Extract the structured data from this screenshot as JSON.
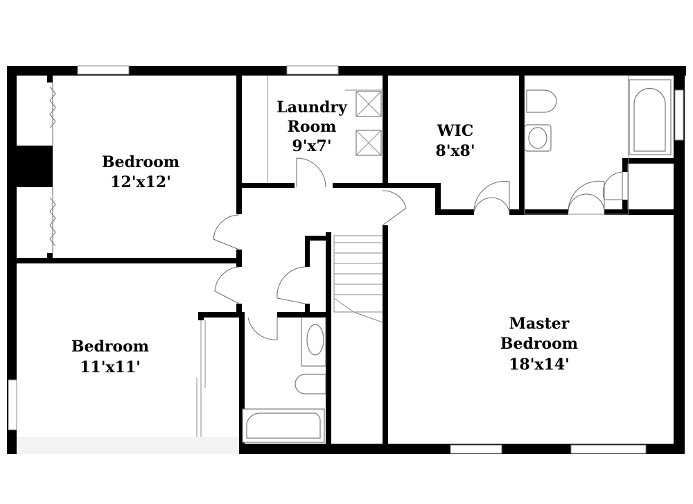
{
  "floorplan": {
    "rooms": [
      {
        "id": "bedroom-1",
        "name": "Bedroom",
        "size": "12'x12'"
      },
      {
        "id": "laundry",
        "name_line1": "Laundry",
        "name_line2": "Room",
        "size": "9'x7'"
      },
      {
        "id": "wic",
        "name": "WIC",
        "size": "8'x8'"
      },
      {
        "id": "bedroom-2",
        "name": "Bedroom",
        "size": "11'x11'"
      },
      {
        "id": "master",
        "name_line1": "Master",
        "name_line2": "Bedroom",
        "size": "18'x14'"
      }
    ],
    "colors": {
      "wall": "#000000",
      "fixture": "#7a7a7a",
      "background": "#ffffff"
    }
  }
}
